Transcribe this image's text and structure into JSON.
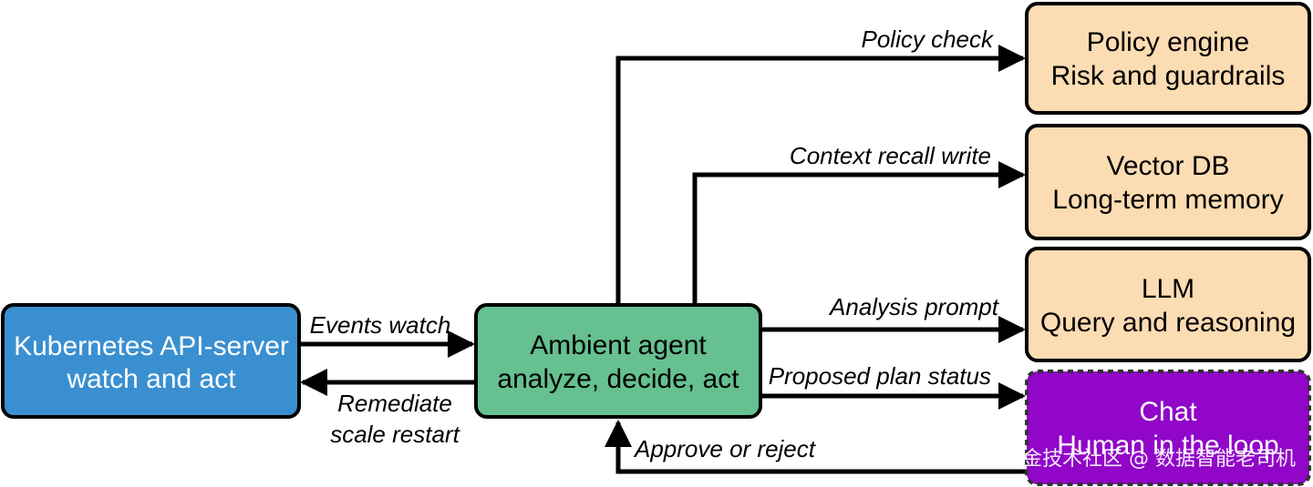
{
  "nodes": {
    "k8s": {
      "line1": "Kubernetes API-server",
      "line2": "watch and act",
      "fill": "#3a8fd0",
      "text_color": "#ffffff"
    },
    "agent": {
      "line1": "Ambient agent",
      "line2": "analyze, decide, act",
      "fill": "#66c08f",
      "text_color": "#000000"
    },
    "policy": {
      "line1": "Policy engine",
      "line2": "Risk and guardrails",
      "fill": "#fcdcb2",
      "text_color": "#000000"
    },
    "vector": {
      "line1": "Vector DB",
      "line2": "Long-term memory",
      "fill": "#fcdcb2",
      "text_color": "#000000"
    },
    "llm": {
      "line1": "LLM",
      "line2": "Query and reasoning",
      "fill": "#fcdcb2",
      "text_color": "#000000"
    },
    "chat": {
      "line1": "Chat",
      "line2": "Human in the loop",
      "fill": "#9106c8",
      "text_color": "#ffffff"
    }
  },
  "edges": {
    "events_watch": "Events watch",
    "remediate_1": "Remediate",
    "remediate_2": "scale restart",
    "policy_check": "Policy check",
    "context_recall": "Context recall write",
    "analysis_prompt": "Analysis prompt",
    "proposed_plan": "Proposed plan status",
    "approve_reject": "Approve or reject"
  },
  "watermark": "掘金技术社区 @ 数据智能老司机"
}
